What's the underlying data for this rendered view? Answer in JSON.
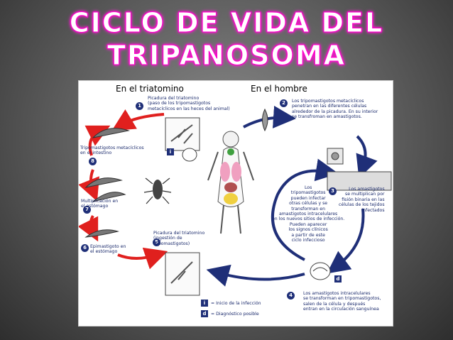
{
  "title": {
    "line1": "CICLO DE VIDA DEL",
    "line2": "TRIPANOSOMA"
  },
  "headers": {
    "left": "En el triatomino",
    "right": "En el hombre"
  },
  "steps": [
    {
      "num": "1",
      "text": "Picadura del triatomino\n(paso de los tripomastigotos\nmetacíclicos en las heces del animal)"
    },
    {
      "num": "2",
      "text": "Los tripomastigotos metacíclicos\npenetran en las diferentes células\nalrededor de la picadura. En su interior\nse transfroman en amastigotos."
    },
    {
      "num": "3",
      "text": "Los amastigotos\nse multiplican por\nfisión binaria en las\ncélulas de los tejidos\ninfectados"
    },
    {
      "num": "4",
      "text": "Los amastigotos intracelulares\nse transforman en tripomastigotos,\nsalen de la célula y después\nentran en la circulación sanguínea"
    },
    {
      "num": "5",
      "text": "Picadura del triatomino\n(ingestión de\ntripomastigotos)"
    },
    {
      "num": "6",
      "text": "Epimastigoto en\nel estómago"
    },
    {
      "num": "7",
      "text": "Multiplicación en\nel estómago"
    },
    {
      "num": "8",
      "text": "Tripomastigotos metacíclicos\nen el intestino"
    }
  ],
  "center_text": "Los\ntripomastigotos\npueden infectar\notras células y se\ntransforman en\namastigotos intracelulares\nen los nuevos sitios de infección.\nPueden aparecer\nlos signos clínicos\na partir de este\nciclo infeccioso",
  "legend": {
    "infection_mark": "i",
    "infection_text": "= Inicio de la infección",
    "diagnostic_mark": "d",
    "diagnostic_text": "= Diagnóstico posible"
  },
  "colors": {
    "title_glow": "#ff00cc",
    "red_arrow": "#e0201e",
    "blue_arrow": "#1f2f78",
    "text": "#1a2a6c"
  }
}
